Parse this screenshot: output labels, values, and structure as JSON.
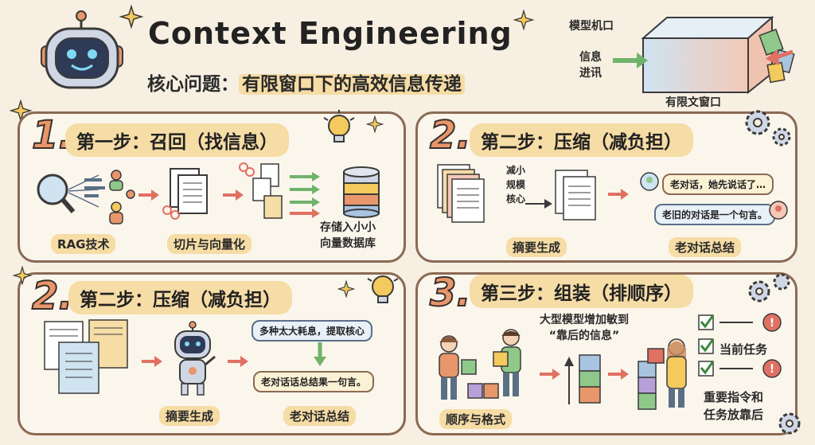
{
  "header": {
    "title": "Context Engineering",
    "subtitle_prefix": "核心问题：",
    "subtitle_highlight": "有限窗口下的高效信息传递"
  },
  "window_diagram": {
    "model_label": "模型机口",
    "input_label": "信息\n进讯",
    "window_label": "有限文窗口"
  },
  "panel1": {
    "number": "1.",
    "title": "第一步：召回（找信息）",
    "rag_label": "RAG技术",
    "chunk_label": "切片与向量化",
    "store_label": "存储入小小\n向量数据库"
  },
  "panel2": {
    "number": "2.",
    "title": "第二步：压缩（减负担）",
    "arrow_text": "减小\n规模\n核心",
    "summary_label": "摘要生成",
    "bubble_a": "老对话，她先说话了…",
    "bubble_b": "老旧的对话是一个句言。",
    "conclusion_label": "老对话总结"
  },
  "panel3": {
    "number": "2.",
    "title": "第二步：压缩（减负担）",
    "bubble_top": "多种太大耗息，提取核心",
    "bubble_bottom": "老对话话总结果一句言。",
    "summary_label": "摘要生成",
    "conclusion_label": "老对话总结"
  },
  "panel4": {
    "number": "3.",
    "title": "第三步：组装（排顺序）",
    "note": "大型模型增加敏到\n“靠后的信息”",
    "order_label": "顺序与格式",
    "task_label": "当前任务",
    "final_label": "重要指令和\n任务放靠后"
  }
}
